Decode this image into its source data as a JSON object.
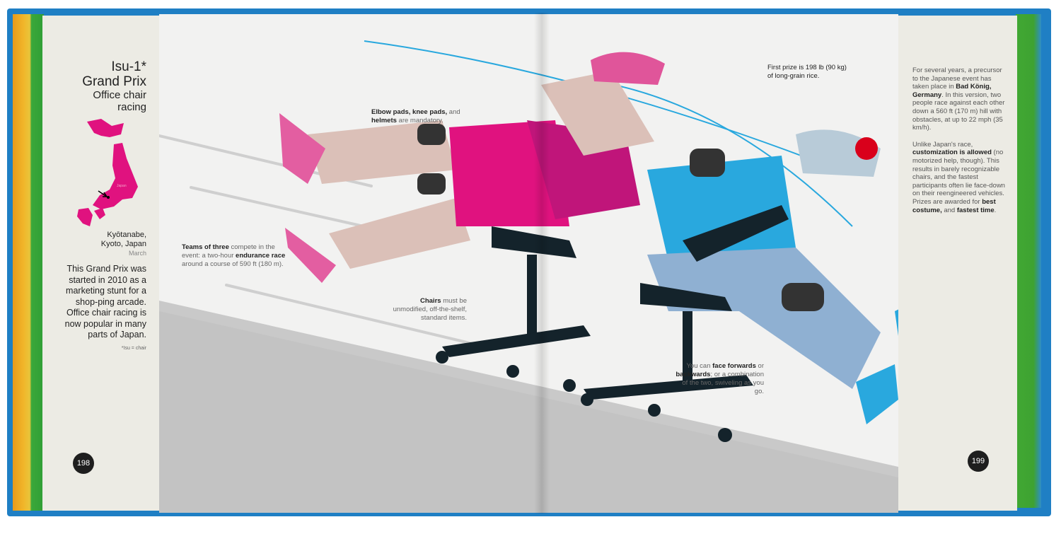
{
  "left_page": {
    "title_line1": "Isu-1*",
    "title_line2": "Grand Prix",
    "subtitle": "Office chair racing",
    "map_label": "Japan",
    "location_line1": "Kyōtanabe,",
    "location_line2": "Kyoto, Japan",
    "month": "March",
    "intro": "This Grand Prix was started in 2010 as a marketing stunt for a shop-ping arcade. Office chair racing is now popular in many parts of Japan.",
    "footnote": "*Isu = chair",
    "page_number": "198"
  },
  "annotations": {
    "pads": {
      "b1": "Elbow pads, knee pads,",
      "t1": " and ",
      "b2": "helmets",
      "t2": " are mandatory."
    },
    "teams": {
      "b1": "Teams of three",
      "t1": " compete in the event: a two-hour ",
      "b2": "endurance race",
      "t2": " around a course of 590 ft (180 m)."
    },
    "chairs": {
      "b1": "Chairs",
      "t1": " must be unmodified, off-the-shelf, standard items."
    },
    "prize": {
      "t1": "First prize is 198 lb (90 kg) of long-grain rice."
    },
    "face": {
      "t1": "You can ",
      "b1": "face forwards",
      "t2": " or ",
      "b2": "backwards",
      "t3": "; or a combination of the two, swiveling as you go."
    }
  },
  "right_page": {
    "p1_a": "For several years, a precursor to the Japanese event has taken place in ",
    "p1_b": "Bad König, Germany",
    "p1_c": ". In this version, two people race against each other down a 560 ft (170 m) hill with obstacles, at up to 22 mph (35 km/h).",
    "p2_a": "Unlike Japan's race, ",
    "p2_b": "customization is allowed",
    "p2_c": " (no motorized help, though). This results in barely recognizable chairs, and the fastest participants often lie face-down on their reengineered vehicles. Prizes are awarded for ",
    "p2_d": "best costume,",
    "p2_e": " and ",
    "p2_f": "fastest time",
    "p2_g": ".",
    "page_number": "199"
  },
  "colors": {
    "cover": "#1f7fc4",
    "magenta": "#e0127f",
    "cyan": "#29a8de",
    "jeans": "#8fb0d2",
    "chair": "#14232b"
  }
}
